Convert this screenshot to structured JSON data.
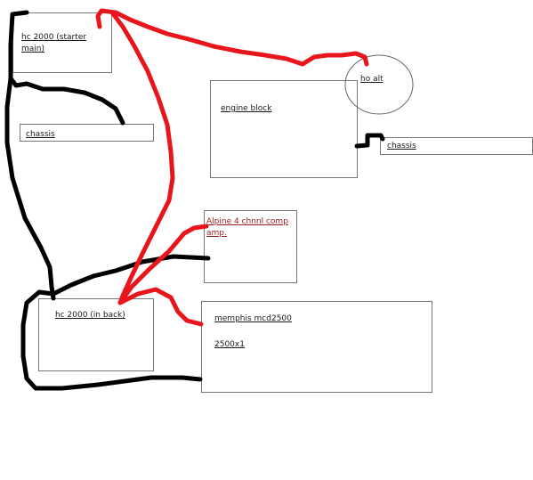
{
  "components": {
    "starter_battery": {
      "label": "hc 2000 (starter main)"
    },
    "chassis_left": {
      "label": "chassis"
    },
    "engine_block": {
      "label": "engine block"
    },
    "alternator": {
      "label": "ho alt"
    },
    "chassis_right": {
      "label": "chassis"
    },
    "alpine_amp": {
      "label": "Alpine 4 chnnl comp amp."
    },
    "rear_battery": {
      "label": "hc 2000 (in back)"
    },
    "memphis_amp": {
      "label": "memphis mcd2500",
      "sublabel": "2500x1"
    }
  },
  "wires": {
    "positive_color": "#e8161c",
    "ground_color": "#000000"
  }
}
